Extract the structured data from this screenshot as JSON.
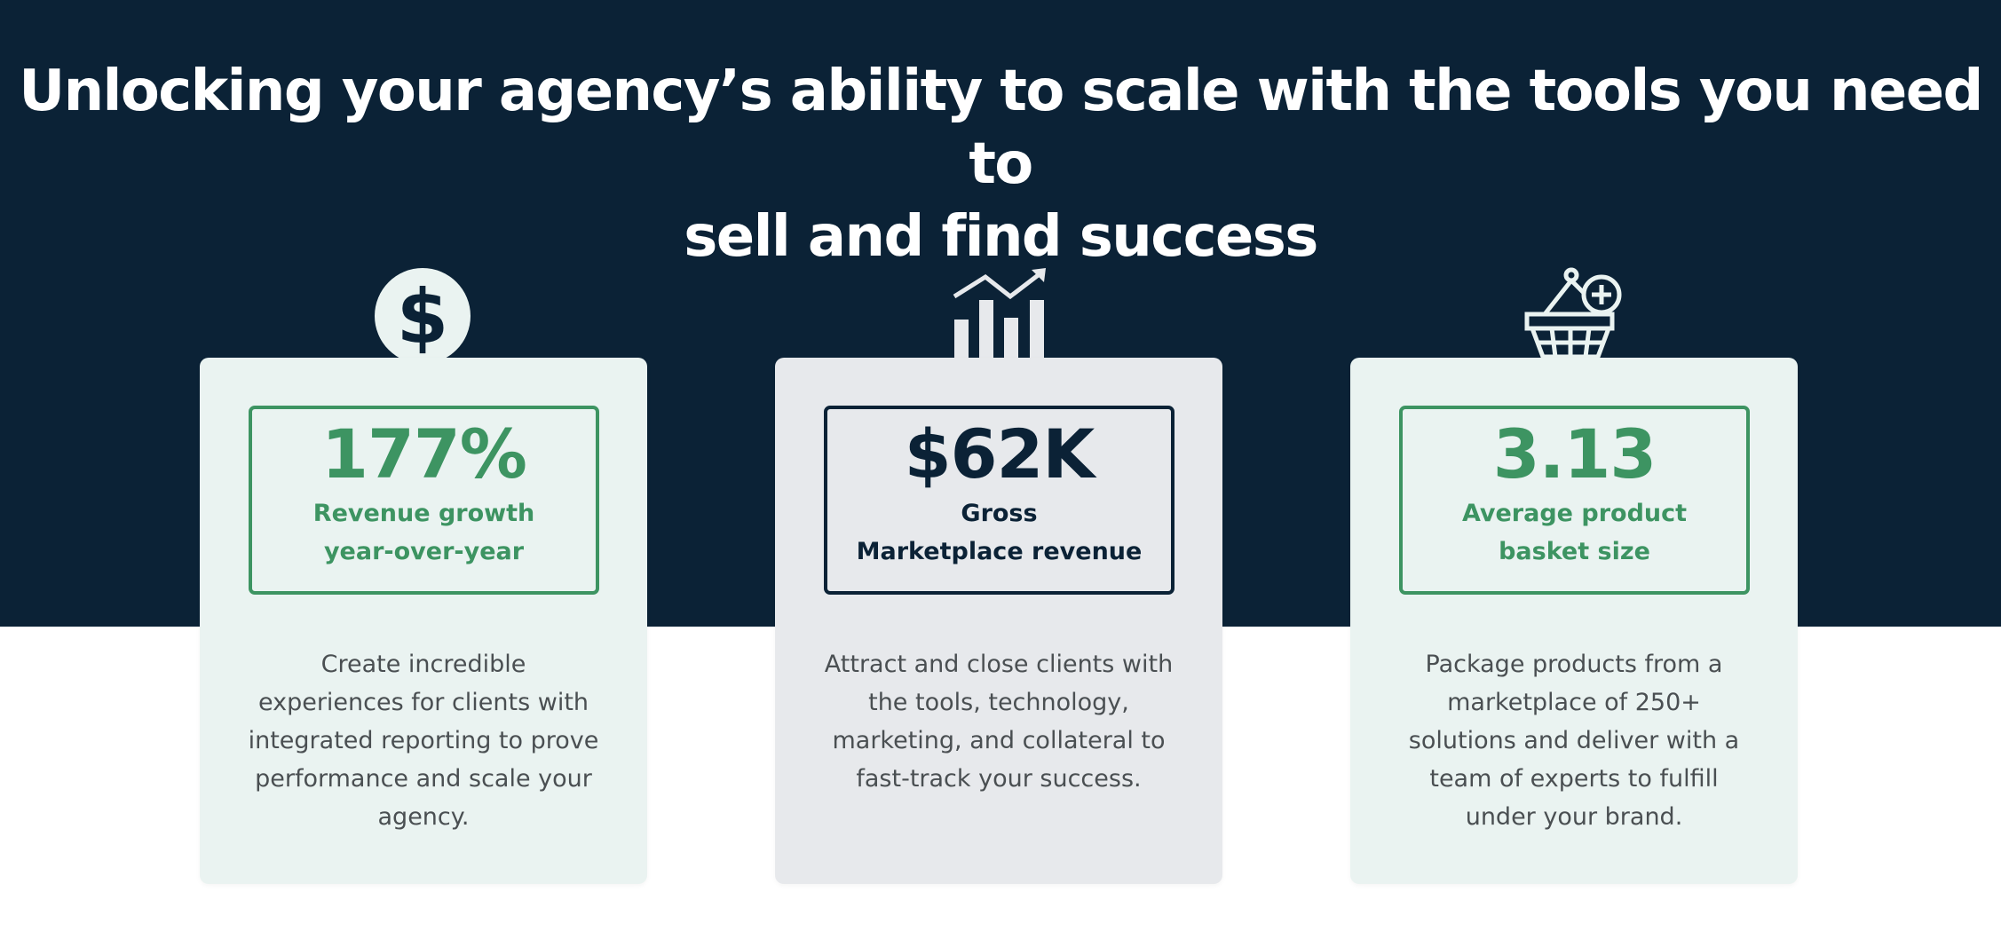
{
  "header": {
    "title_lines": [
      "Unlocking your agency’s ability to scale with the tools you need to",
      "sell and find success"
    ]
  },
  "colors": {
    "background_dark": "#0b2236",
    "accent_green": "#3d9462",
    "card_light": "#eaf3f1",
    "card_grey": "#e7e9ec",
    "body_text": "#4a4f52"
  },
  "cards": [
    {
      "icon": "dollar-circle-icon",
      "value": "177%",
      "label_lines": [
        "Revenue growth",
        "year-over-year"
      ],
      "description_lines": [
        "Create incredible",
        "experiences for clients with",
        "integrated reporting to prove",
        "performance and scale your",
        "agency."
      ]
    },
    {
      "icon": "growth-chart-icon",
      "value": "$62K",
      "label_lines": [
        "Gross",
        "Marketplace revenue"
      ],
      "description_lines": [
        "Attract and close clients with",
        "the tools, technology,",
        "marketing, and collateral to",
        "fast-track your success."
      ]
    },
    {
      "icon": "basket-add-icon",
      "value": "3.13",
      "label_lines": [
        "Average product",
        "basket size"
      ],
      "description_lines": [
        "Package products from a",
        "marketplace of 250+",
        "solutions and deliver with a",
        "team of experts to fulfill",
        "under your brand."
      ]
    }
  ]
}
